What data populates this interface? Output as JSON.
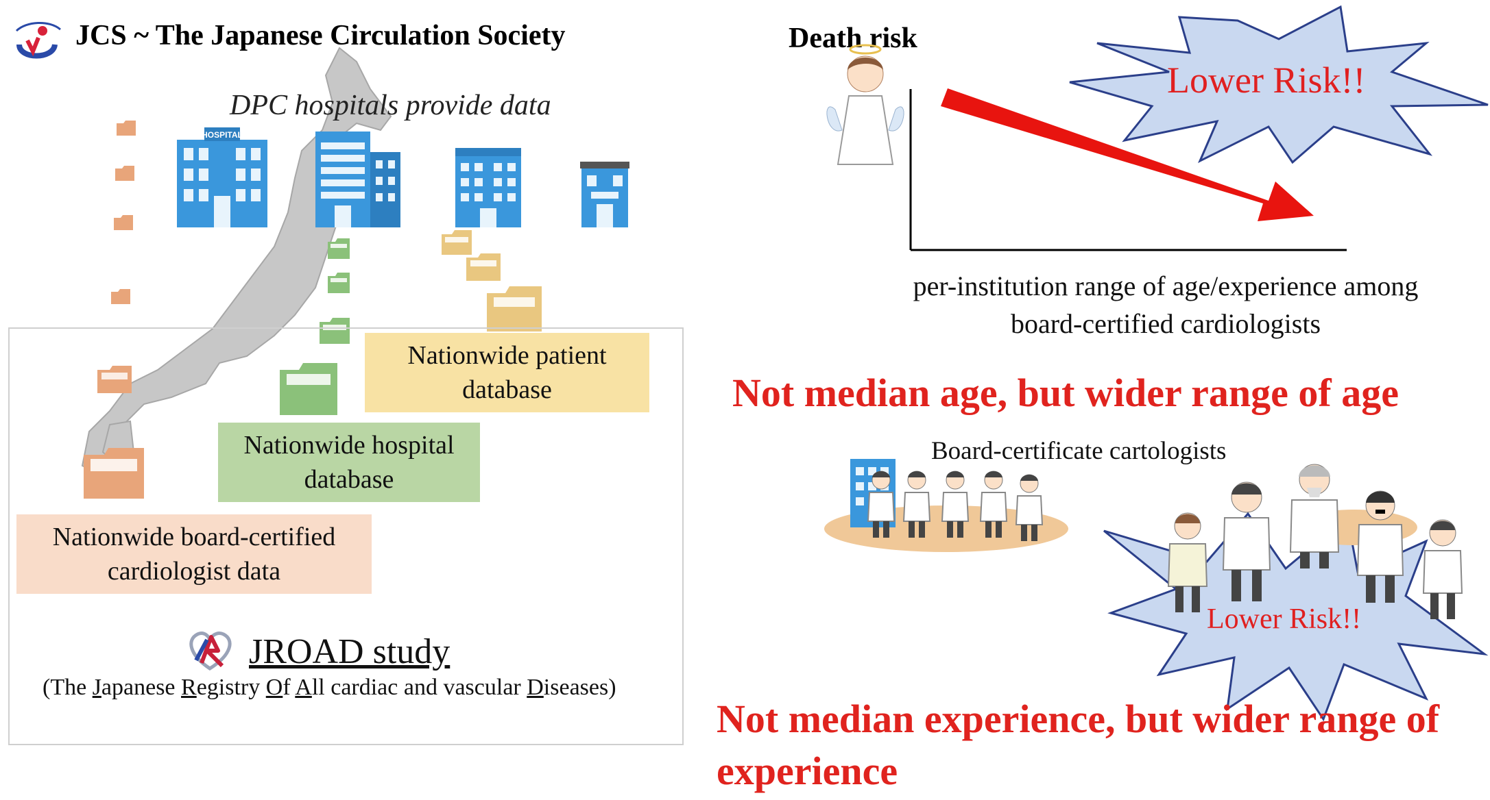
{
  "header": {
    "title": "JCS ~ The Japanese Circulation Society"
  },
  "left": {
    "dpc_caption": "DPC hospitals provide data",
    "hospital_sign": "HOSPITAL",
    "databases": {
      "patient": [
        "Nationwide patient",
        "database"
      ],
      "hospital": [
        "Nationwide hospital",
        "database"
      ],
      "cardiologist": [
        "Nationwide board-certified",
        "cardiologist data"
      ]
    },
    "study": {
      "title": "JROAD study",
      "subtitle_parts": [
        "(The ",
        "J",
        "apanese ",
        "R",
        "egistry ",
        "O",
        "f ",
        "A",
        "ll cardiac and vascular ",
        "D",
        "iseases)"
      ]
    }
  },
  "right": {
    "graph": {
      "ylabel": "Death risk",
      "xlabel": [
        "per-institution range of age/experience among",
        "board-certified cardiologists"
      ],
      "burst_label": "Lower Risk!!"
    },
    "headline_age": "Not median age, but wider range of age",
    "cardiologists_label": "Board-certificate cartologists",
    "burst_label_bottom": "Lower Risk!!",
    "headline_experience": "Not median experience, but wider range of experience"
  },
  "colors": {
    "headline_red": "#e0231e",
    "arrow_red": "#e8140f",
    "burst_fill": "#c9d8f0",
    "burst_stroke": "#2b3f8a",
    "patient_box": "#f8e2a4",
    "hospital_box": "#b9d6a4",
    "cardiologist_box": "#f9dcc9",
    "map_gray": "#c7c7c7",
    "hospital_blue": "#2f8fd6"
  }
}
